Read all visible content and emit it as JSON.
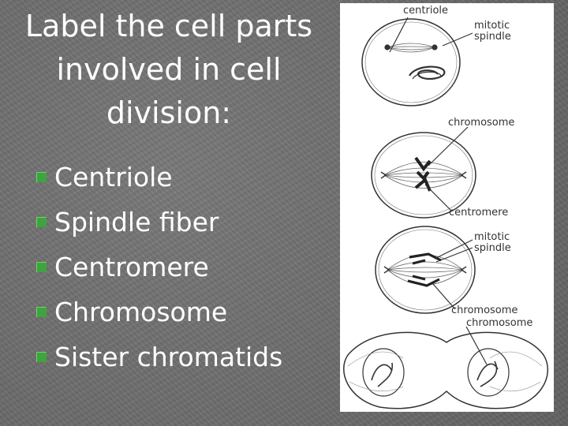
{
  "slide": {
    "title": "Label the cell parts involved in cell division:",
    "bullet_color": "#3ea43e",
    "bullets": [
      "Centriole",
      "Spindle fiber",
      "Centromere",
      "Chromosome",
      "Sister chromatids"
    ]
  },
  "diagram": {
    "labels": {
      "centriole": "centriole",
      "mitotic_spindle_1": "mitotic spindle",
      "chromosome_1": "chromosome",
      "centromere": "centromere",
      "mitotic_spindle_2": "mitotic spindle",
      "chromosome_2": "chromosome",
      "chromosome_3": "chromosome"
    }
  }
}
